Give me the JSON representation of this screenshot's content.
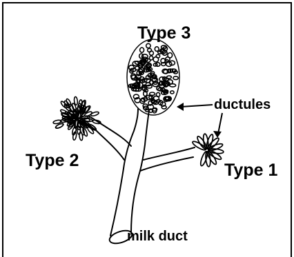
{
  "labels": {
    "type3": "Type 3",
    "type2": "Type 2",
    "type1": "Type 1",
    "ductules": "ductules",
    "milk_duct": "milk duct"
  },
  "colors": {
    "ink": "#000000",
    "background": "#ffffff"
  }
}
